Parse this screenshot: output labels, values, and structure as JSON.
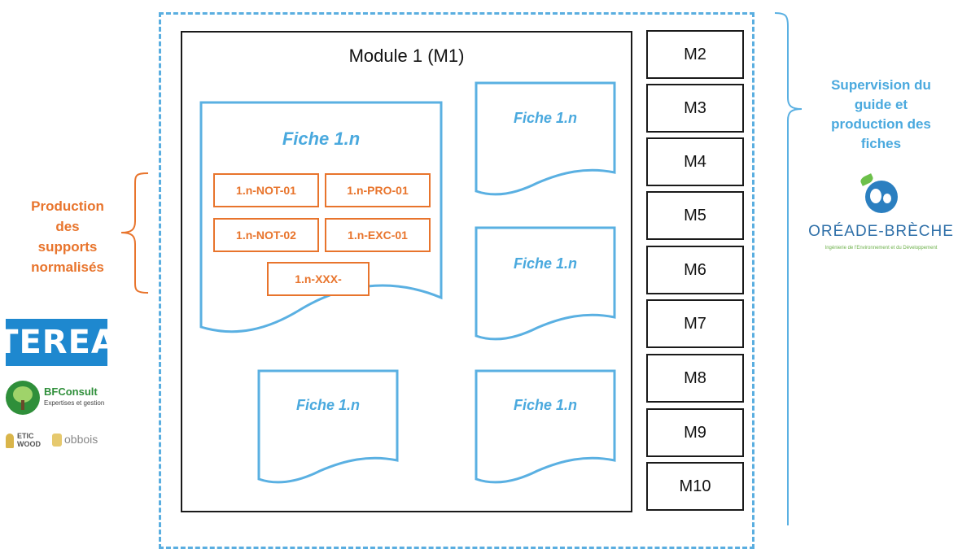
{
  "module": {
    "title": "Module 1 (M1)"
  },
  "modules_list": [
    "M2",
    "M3",
    "M4",
    "M5",
    "M6",
    "M7",
    "M8",
    "M9",
    "M10"
  ],
  "fiches": {
    "main": "Fiche 1.n",
    "small_1": "Fiche 1.n",
    "small_2": "Fiche 1.n",
    "small_3": "Fiche 1.n",
    "small_4": "Fiche 1.n"
  },
  "supports": [
    "1.n-NOT-01",
    "1.n-PRO-01",
    "1.n-NOT-02",
    "1.n-EXC-01",
    "1.n-XXX-"
  ],
  "left": {
    "lines": [
      "Production",
      "des",
      "supports",
      "normalisés"
    ],
    "logos": {
      "terea": "TEREA",
      "bfconsult_name": "BFConsult",
      "bfconsult_tagline": "Expertises et gestion",
      "eticwood_line1": "ETIC",
      "eticwood_line2": "WOOD",
      "obbois": "obbois"
    }
  },
  "right": {
    "lines": [
      "Supervision du",
      "guide et",
      "production des",
      "fiches"
    ],
    "logo_name": "ORÉADE-BRÈCHE",
    "logo_tagline": "Ingénierie de l'Environnement et du Développement"
  },
  "colors": {
    "blue": "#4aa9de",
    "orange": "#e8742c",
    "dark": "#1a1a1a"
  }
}
